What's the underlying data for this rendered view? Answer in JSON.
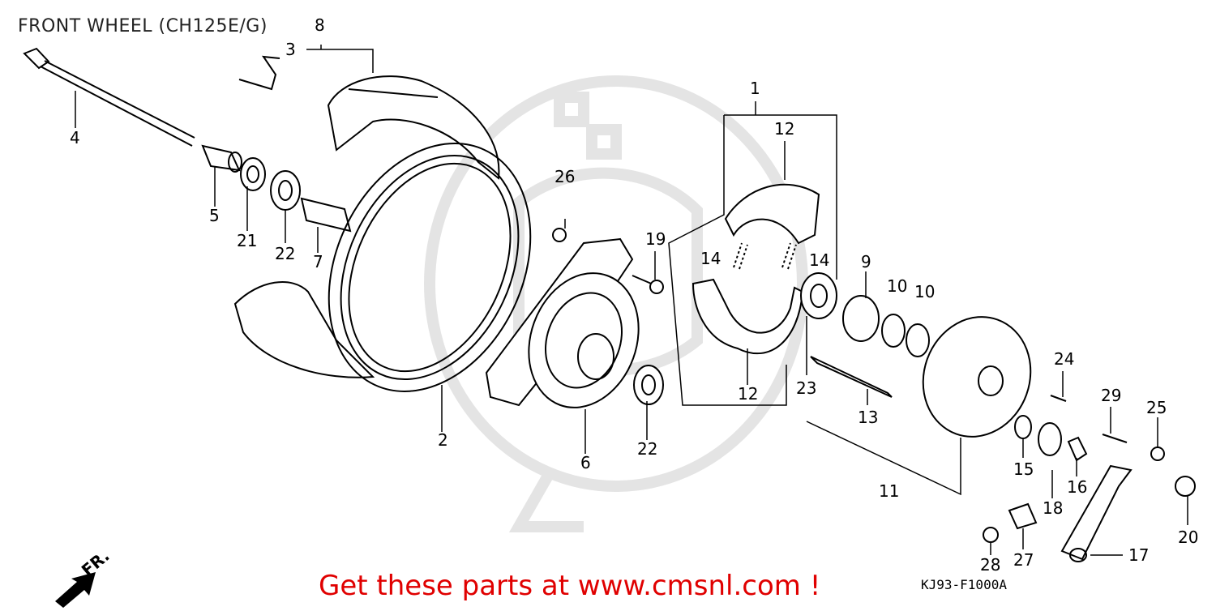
{
  "title": "FRONT WHEEL (CH125E/G)",
  "promo": "Get these parts at www.cmsnl.com !",
  "diagram_code": "KJ93-F1000A",
  "direction_label": "FR.",
  "callouts": {
    "c1": "1",
    "c2": "2",
    "c3": "3",
    "c4": "4",
    "c5": "5",
    "c6": "6",
    "c7": "7",
    "c8": "8",
    "c9": "9",
    "c10a": "10",
    "c10b": "10",
    "c11": "11",
    "c12a": "12",
    "c12b": "12",
    "c13": "13",
    "c14a": "14",
    "c14b": "14",
    "c15": "15",
    "c16": "16",
    "c17": "17",
    "c18": "18",
    "c19": "19",
    "c20": "20",
    "c21": "21",
    "c22a": "22",
    "c22b": "22",
    "c23": "23",
    "c24": "24",
    "c25": "25",
    "c26": "26",
    "c27": "27",
    "c28": "28",
    "c29": "29"
  }
}
